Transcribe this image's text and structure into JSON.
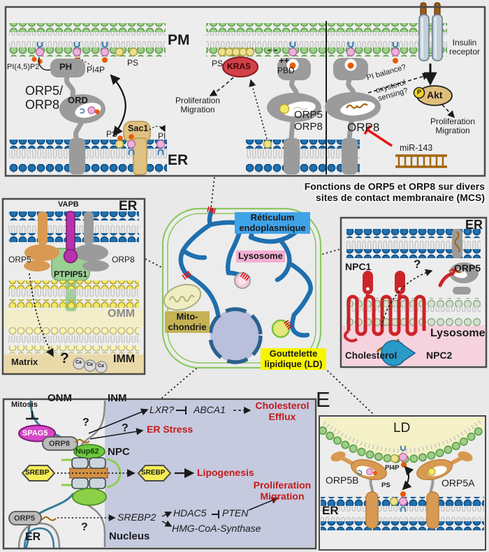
{
  "caption": "Fonctions de ORP5 et ORP8 sur divers\nsites de contact membranaire (MCS)",
  "colors": {
    "pm_green": "#9ecf8a",
    "er_blue": "#2171ae",
    "omm_yellow": "#f3e966",
    "lipid_pink": "#ecb2da",
    "pi4p_orange": "#e85a00",
    "protein_gray": "#9b9b9b",
    "sac1_tan": "#dfc183",
    "kras_red": "#d24148",
    "akt_tan": "#debf7e",
    "inhibit_red": "#ee1111",
    "cholesterol_brown": "#a5660e",
    "vapb_magenta": "#b733ac",
    "ptpip51_green": "#9bcf93",
    "cell_green": "#8cc860",
    "nucleus_lavender": "#babfdc",
    "npc1_red": "#cc2428",
    "npc2_blue": "#2a9ac8",
    "spag5_magenta": "#d647c7",
    "nup62_green": "#6fc83f",
    "srebp_yellow": "#f6ee55",
    "highlight_blue": "#3fa3e8",
    "highlight_pink": "#f2aed2",
    "highlight_yellow": "#f7f400",
    "red_text": "#c41a1a"
  },
  "panel_a": {
    "pm": "PM",
    "er": "ER",
    "pip2": "PI(4,5)P2",
    "ph": "PH",
    "pi4p": "PI4P",
    "ps1": "PS",
    "orp5_orp8": "ORP5/\nORP8",
    "ord": "ORD",
    "sac1": "Sac1",
    "ps2": "PS",
    "pi": "PI",
    "ps3": "PS",
    "kras": "KRAS",
    "minus": "- -",
    "plus": "++",
    "pbd": "PBD",
    "prolif_mid": "Proliferation\nMigration",
    "orp5_orp8_mid": "ORP5\nORP8",
    "orp8": "ORP8",
    "pi_balance": "PI balance?",
    "oxysterol": "oxysterol\nsensing?",
    "insulin": "Insulin\nreceptor",
    "akt": "Akt",
    "p": "P",
    "prolif_right": "Proliferation\nMigration",
    "mir": "miR-143"
  },
  "panel_mito": {
    "er": "ER",
    "vapb": "VAPB",
    "orp5": "ORP5",
    "orp8": "ORP8",
    "ptpip51": "PTPIP51",
    "omm": "OMM",
    "matrix": "Matrix",
    "q": "?",
    "ca": "Ca",
    "imm": "IMM"
  },
  "cell": {
    "er": "Réticulum\nendoplasmique",
    "lysosome": "Lysosome",
    "mito": "Mito-\nchondrie",
    "ld": "Gouttelette\nlipidique (LD)"
  },
  "panel_lyso": {
    "er": "ER",
    "npc1": "NPC1",
    "q": "?",
    "orp5": "ORP5",
    "lysosome": "Lysosome",
    "cholesterol": "Cholesterol",
    "npc2": "NPC2"
  },
  "panel_nuc": {
    "onm": "ONM",
    "inm": "INM",
    "mitosis": "Mitosis",
    "spag5": "SPAG5",
    "orp8": "ORP8",
    "q1": "?",
    "nup62": "Nup62",
    "npc": "NPC",
    "srebp_left": "SREBP",
    "srebp_right": "SREBP",
    "lipogenesis": "Lipogenesis",
    "lxr": "LXR?",
    "abca1": "ABCA1",
    "chol_efflux": "Cholesterol\nEfflux",
    "q2": "?",
    "er_stress": "ER Stress",
    "prolif": "Proliferation\nMigration",
    "srebp2": "SREBP2",
    "hdac5": "HDAC5",
    "pten": "PTEN",
    "hmg": "HMG-CoA-Synthase",
    "orp5": "ORP5",
    "q3": "?",
    "er": "ER",
    "nucleus": "Nucleus"
  },
  "panel_ld": {
    "e": "E",
    "ld": "LD",
    "pi4p": "PI4P",
    "ps": "PS",
    "orp5b": "ORP5B",
    "orp5a": "ORP5A",
    "er": "ER"
  }
}
